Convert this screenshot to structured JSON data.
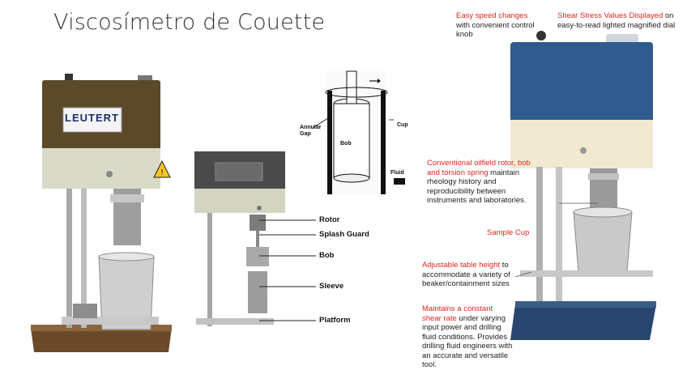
{
  "title": "Viscosímetro de Couette",
  "leutert": {
    "brand": "LEUTERT"
  },
  "parts": {
    "rotor": "Rotor",
    "splash_guard": "Splash Guard",
    "bob": "Bob",
    "sleeve": "Sleeve",
    "platform": "Platform"
  },
  "diagram": {
    "annular_gap": "Annular\nGap",
    "bob": "Bob",
    "cup": "Cup",
    "fluid": "Fluid"
  },
  "features": {
    "speed_red": "Easy speed changes",
    "speed_rest": "with convenient control knob",
    "shear_red": "Shear Stress Values Displayed",
    "shear_rest": " on easy-to-read lighted magnified dial",
    "rotor_red": "Conventional oilfield rotor, bob and torsion spring",
    "rotor_rest": " maintain rheology history and reproducibility between instruments and laboratories.",
    "cup_red": "Sample Cup",
    "table_red": "Adjustable table height",
    "table_rest": " to accommodate a variety of beaker/containment sizes",
    "shearrate_red": "Maintains a constant shear rate",
    "shearrate_rest": " under varying input power and drilling fluid conditions. Provides drilling fluid engineers with an accurate and versatile tool."
  },
  "colors": {
    "leutert_body": "#5a4a2a",
    "blue_body": "#2f5b8e",
    "cream_band": "#f1ead1",
    "base_blue": "#28466e",
    "annotation_red": "#e0251f"
  }
}
